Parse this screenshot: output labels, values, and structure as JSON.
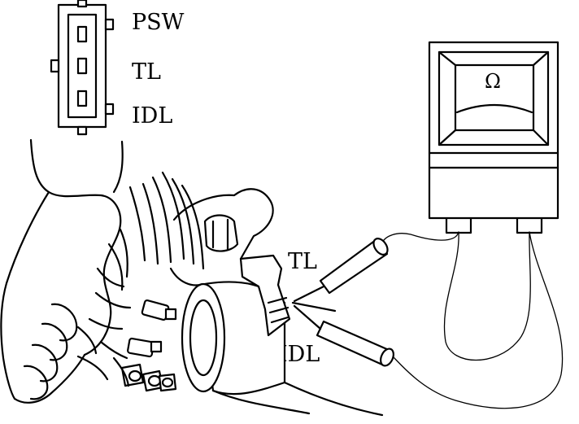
{
  "connector": {
    "pins": [
      {
        "label": "PSW"
      },
      {
        "label": "TL"
      },
      {
        "label": "IDL"
      }
    ]
  },
  "ohmmeter": {
    "symbol": "Ω"
  },
  "probes": {
    "upper_label": "TL",
    "lower_label": "IDL"
  },
  "colors": {
    "line": "#000000",
    "background": "#ffffff"
  }
}
